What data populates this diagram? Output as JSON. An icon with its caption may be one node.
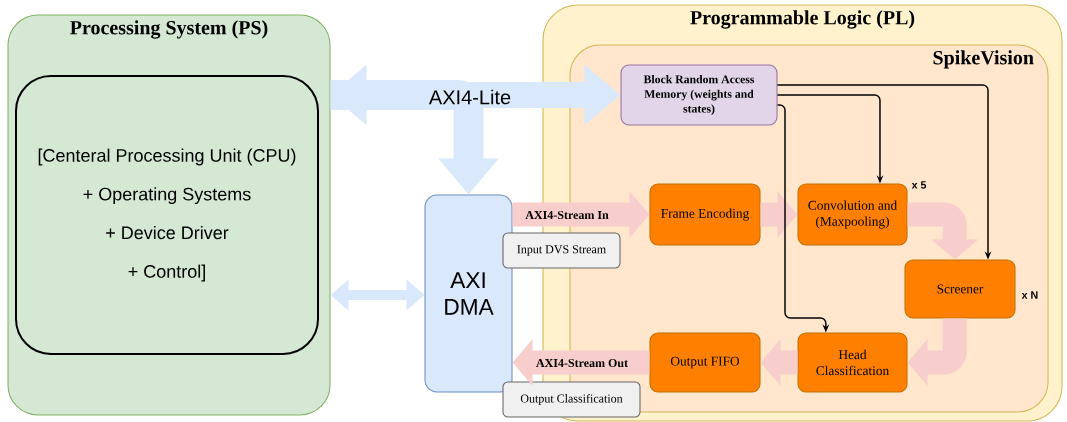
{
  "diagram": {
    "nodes": [
      {
        "text": [
          "Processing System (PS)"
        ]
      },
      {
        "text": [
          "[Centeral Processing Unit (CPU)",
          "+ Operating Systems",
          "+ Device Driver",
          "+ Control]"
        ],
        "in": 0
      },
      {
        "text": [
          "Programmable Logic (PL)"
        ]
      },
      {
        "text": [
          "SpikeVision"
        ],
        "in": 2
      },
      {
        "text": [
          "Block Random Access Memory (weights and states)"
        ],
        "in": 3
      },
      {
        "text": [
          "AXI DMA"
        ]
      },
      {
        "text": [
          "Frame Encoding"
        ],
        "in": 3
      },
      {
        "text": [
          "Convolution and (Maxpooling)"
        ],
        "in": 3,
        "beside": [
          "x 5"
        ]
      },
      {
        "text": [
          "Screener"
        ],
        "in": 3,
        "beside": [
          "x N"
        ]
      },
      {
        "text": [
          "Head Classification"
        ],
        "in": 3
      },
      {
        "text": [
          "Output FIFO"
        ],
        "in": 3
      },
      {
        "text": [
          "Input DVS Stream"
        ]
      },
      {
        "text": [
          "Output Classification"
        ]
      }
    ],
    "edges": [
      {
        "from": 0,
        "to": 4,
        "arrow": "both",
        "label": "AXI4-Lite",
        "color": "#dae8fc"
      },
      {
        "from": 0,
        "to": 5,
        "arrow": "to",
        "color": "#dae8fc"
      },
      {
        "from": 0,
        "to": 5,
        "arrow": "both",
        "color": "#dae8fc"
      },
      {
        "from": 5,
        "to": 6,
        "arrow": "to",
        "label": "AXI4-Stream In"
      },
      {
        "from": 6,
        "to": 7,
        "arrow": "to"
      },
      {
        "from": 7,
        "to": 8,
        "arrow": "to"
      },
      {
        "from": 8,
        "to": 9,
        "arrow": "to"
      },
      {
        "from": 9,
        "to": 10,
        "arrow": "to"
      },
      {
        "from": 10,
        "to": 5,
        "arrow": "to",
        "label": "AXI4-Stream Out"
      },
      {
        "from": 4,
        "to": 7,
        "arrow": "to",
        "color": "#000000"
      },
      {
        "from": 4,
        "to": 8,
        "arrow": "to",
        "color": "#000000"
      },
      {
        "from": 4,
        "to": 9,
        "arrow": "to",
        "color": "#000000"
      }
    ]
  }
}
